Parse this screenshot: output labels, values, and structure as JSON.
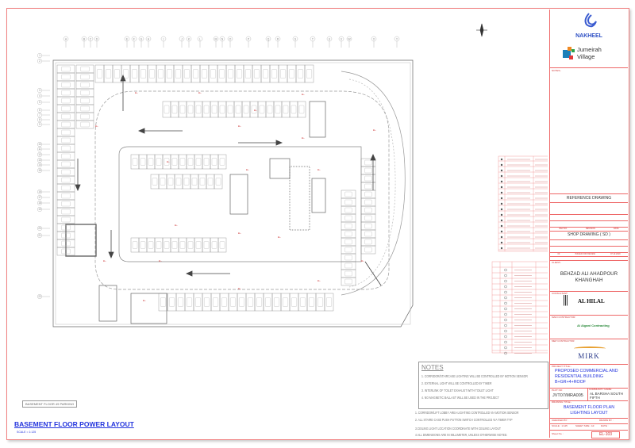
{
  "sheet": {
    "column_grid": [
      "A",
      "B",
      "C",
      "D",
      "E",
      "F",
      "G",
      "H",
      "I",
      "J",
      "K",
      "L",
      "M",
      "N",
      "O",
      "P",
      "Q",
      "R",
      "S",
      "T",
      "U",
      "V",
      "W",
      "X",
      "Y"
    ],
    "row_grid": [
      "1",
      "2",
      "3",
      "4",
      "5",
      "6",
      "7",
      "8",
      "9",
      "10",
      "11",
      "12",
      "13",
      "14",
      "15",
      "16",
      "17",
      "18",
      "19",
      "20",
      "21",
      "22"
    ],
    "floor_tag": "BASEMENT FLOOR 49 PARKING",
    "drawing_title": "BASEMENT FLOOR POWER LAYOUT",
    "scale": "SCALE = 1:125"
  },
  "notes": {
    "heading": "NOTES",
    "boxed": [
      "1. CORRIDOR/STAIRCASE LIGHTING WILL BE CONTROLLED BY MOTION SENSOR",
      "2. EXTERNAL LIGHT WILL BE CONTROLLED BY TIMER",
      "3. INTERLINK OF TOILET EXHAUST WITH TOILET LIGHT",
      "4. NO MAGNETIC BALLAST WILL BE USED IN THE PROJECT"
    ],
    "extra": [
      "1. CORRIDOR/LIFT LOBBY AREA LIGHTING CONTROLLED VIA MOTION SENSOR",
      "2. ALL STAIRE CASE PUSH PUTTON SWITCH CONTROLLED VIA TIMER TYP",
      "3.CEILING LIGHT LOCATION COORDINATE WITH CEILING LAYOUT",
      "4.ALL DIMENSIONS ARE IN MILLIMETER, UNLESS OTHERWISE NOTED."
    ]
  },
  "title_block": {
    "client_logo": "NAKHEEL",
    "project_logo": "Jumeirah Village",
    "notes_label": "NOTES:-",
    "reference_drawing": "REFERENCE DRAWING",
    "revision_header": [
      "REV NO.",
      "REVISION",
      "DATE"
    ],
    "shop_drawing": "SHOP DRAWING ( SD )",
    "issue_row": [
      "00",
      "ISSUED FOR REVIEW",
      "07.10.2019"
    ],
    "client_label": "CLIENT:-",
    "client_name": "BEHZAD ALI AHADPOUR KHANGHAH",
    "consultant_label": "CONSULTANT:",
    "consultant_name": "AL HILAL",
    "main_contractor_label": "MAIN CONTRACTOR:",
    "main_contractor": "Al Aigani Contracting",
    "mep_contractor_label": "MEP CONTRACTOR:",
    "mep_contractor": "MIRK",
    "project_title_label": "PROJECT TITLE:-",
    "project_title": "PROPOSED COMMERCIAL AND RESIDENTIAL BUILDING B+GR+4+ROOF",
    "plot_label": "PLOT NO:",
    "plot_no": "JVT07/MRA005",
    "community_label": "COMMUNITY NAME:",
    "community": "AL BARSHA SOUTH FIFTH",
    "drawing_title_label": "DRAWING TITLE:-",
    "drawing_title": "BASEMENT FLOOR PLAN LIGHTING LAYOUT",
    "checked_by": "CHECKED BY :",
    "drawn_by": "DRAWN BY :",
    "scale": "SCALE : 1:125",
    "sheet_size": "SHEET SIZE : A3",
    "date": "DATE :",
    "sheet_no_label": "Sheet No. :",
    "sheet_no": "EL-103"
  },
  "colors": {
    "border": "#f08080",
    "title_text": "#2233dd",
    "linework": "#555555"
  }
}
